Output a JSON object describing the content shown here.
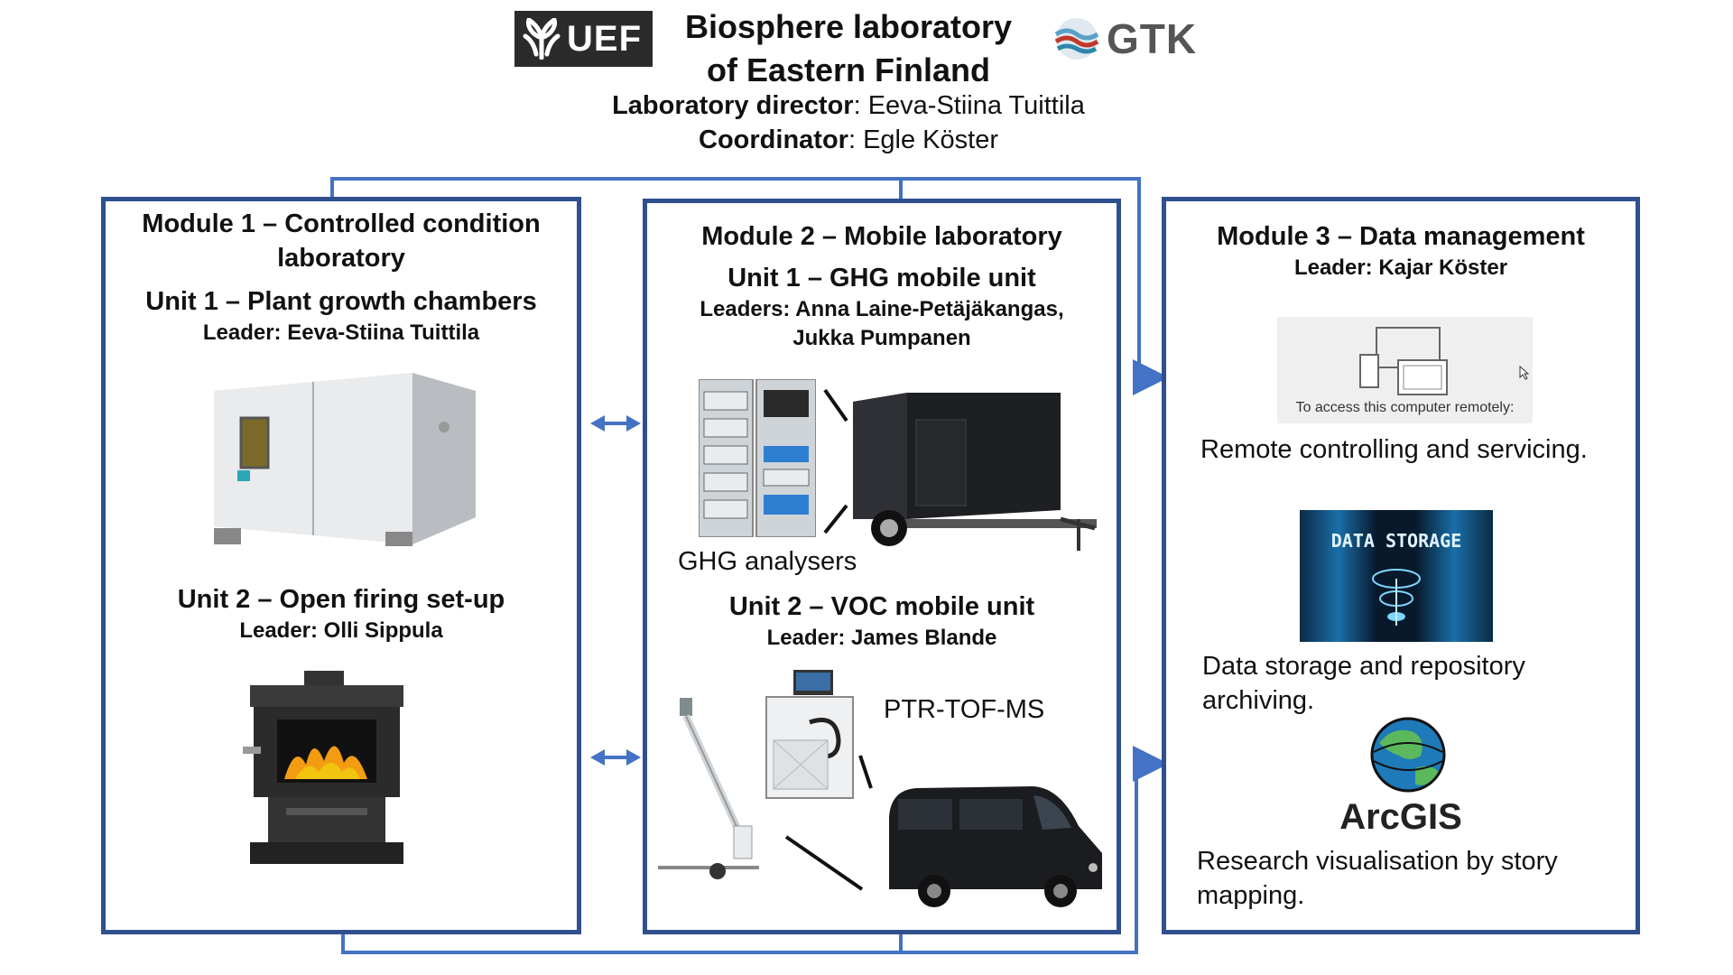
{
  "header": {
    "uef_logo_text": "UEF",
    "title_line1": "Biosphere laboratory",
    "title_line2": "of Eastern Finland",
    "director_label": "Laboratory director",
    "director_name": ": Eeva-Stiina Tuittila",
    "coordinator_label": "Coordinator",
    "coordinator_name": ": Egle Köster",
    "gtk_logo_text": "GTK"
  },
  "module1": {
    "title_line1": "Module 1 – Controlled condition",
    "title_line2": "laboratory",
    "unit1_title": "Unit 1 – Plant growth chambers",
    "unit1_leader": "Leader: Eeva-Stiina Tuittila",
    "unit2_title": "Unit 2 – Open firing set-up",
    "unit2_leader": "Leader: Olli Sippula"
  },
  "module2": {
    "title": "Module 2 – Mobile laboratory",
    "unit1_title": "Unit 1 – GHG mobile unit",
    "unit1_leaders_line1": "Leaders: Anna Laine-Petäjäkangas,",
    "unit1_leaders_line2": "Jukka Pumpanen",
    "ghg_caption": "GHG analysers",
    "unit2_title": "Unit 2 – VOC mobile unit",
    "unit2_leader": "Leader: James Blande",
    "ptr_caption": "PTR-TOF-MS"
  },
  "module3": {
    "title": "Module 3 – Data management",
    "leader": "Leader: Kajar Köster",
    "remote_screen_text": "To access this computer remotely:",
    "remote_caption": "Remote controlling and servicing.",
    "storage_image_text": "DATA STORAGE",
    "storage_caption_line1": "Data storage and repository",
    "storage_caption_line2": "archiving.",
    "arcgis_logo_text": "ArcGIS",
    "arcgis_caption_line1": "Research visualisation by story",
    "arcgis_caption_line2": "mapping."
  },
  "colors": {
    "box_border": "#2f4f8f",
    "connector": "#4472c4"
  }
}
